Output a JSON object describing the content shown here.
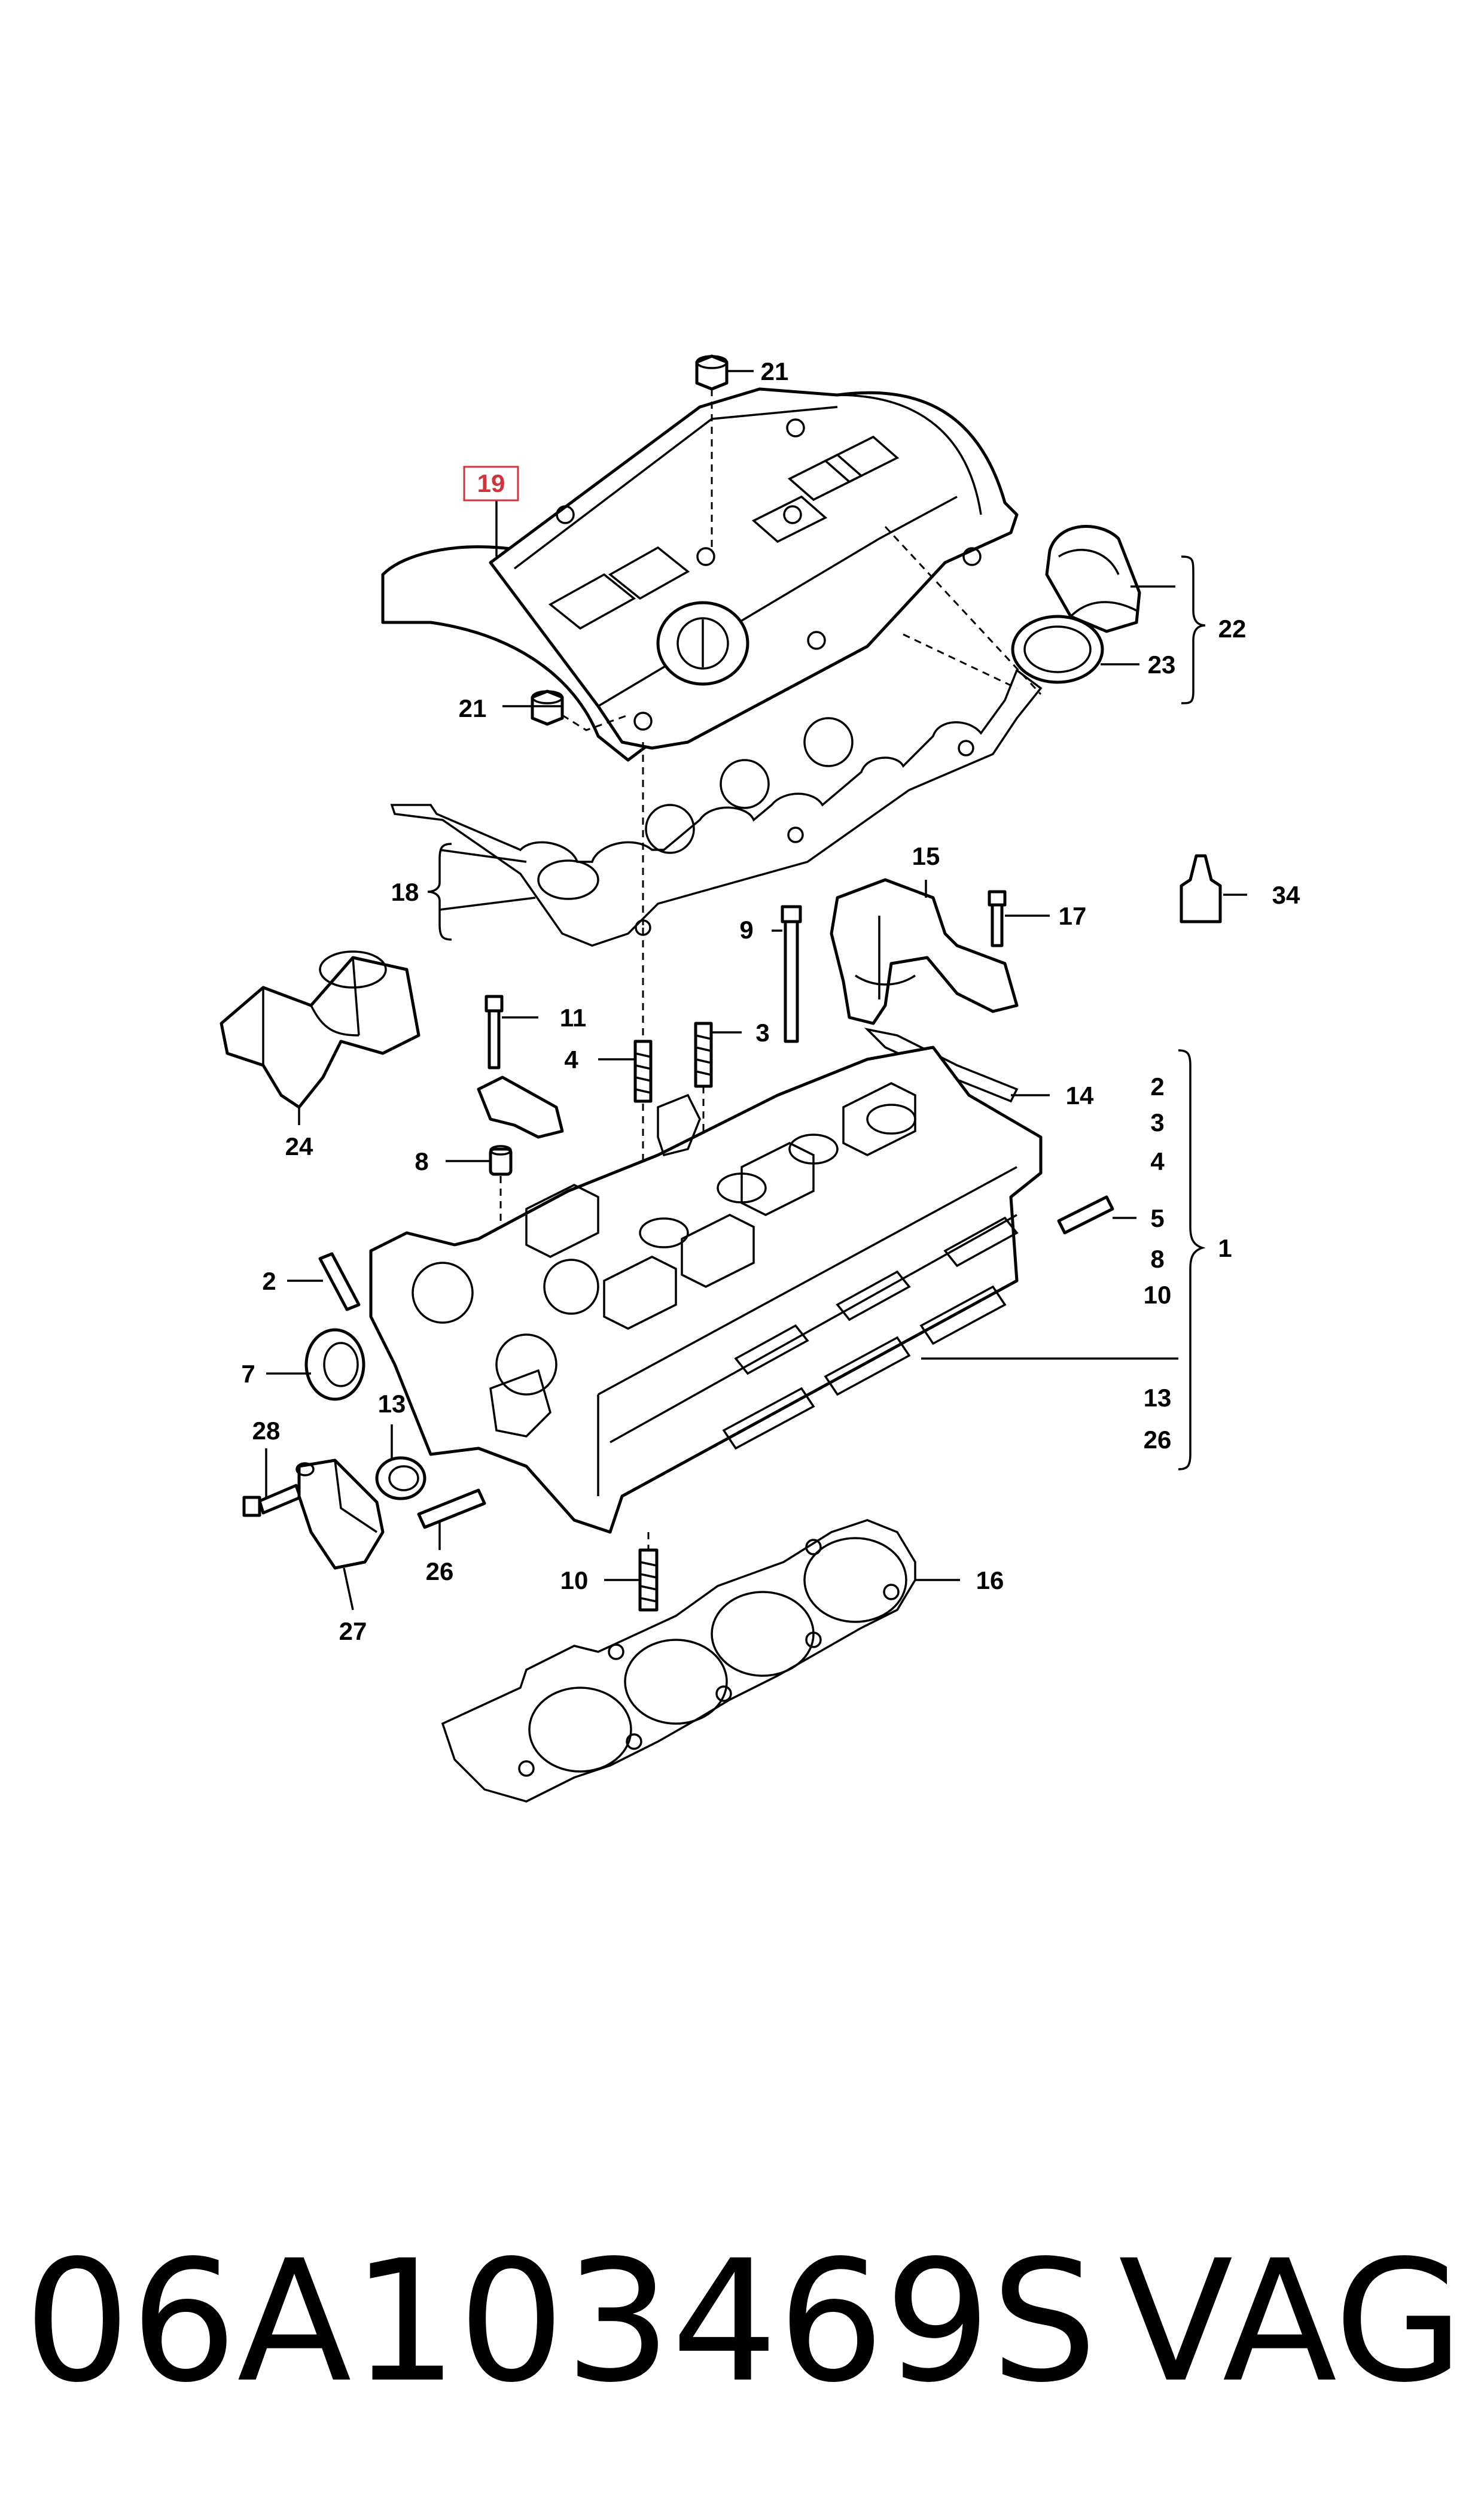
{
  "diagram": {
    "labels": {
      "c21a": "21",
      "c19": "19",
      "c22": "22",
      "c23": "23",
      "c21b": "21",
      "c18": "18",
      "c15": "15",
      "c9": "9",
      "c17": "17",
      "c34": "34",
      "c11": "11",
      "c3a": "3",
      "c4a": "4",
      "c8a": "8",
      "c14": "14",
      "c24": "24",
      "r2": "2",
      "r3": "3",
      "r4": "4",
      "r5": "5",
      "r8": "8",
      "r10": "10",
      "r13": "13",
      "r26": "26",
      "r1": "1",
      "c2": "2",
      "c7": "7",
      "c13": "13",
      "c28": "28",
      "c26": "26",
      "c27": "27",
      "c10": "10",
      "c16": "16"
    },
    "highlight_color": "#d0343a"
  },
  "footer": {
    "part_number": "06A103469S",
    "brand": "VAG"
  }
}
